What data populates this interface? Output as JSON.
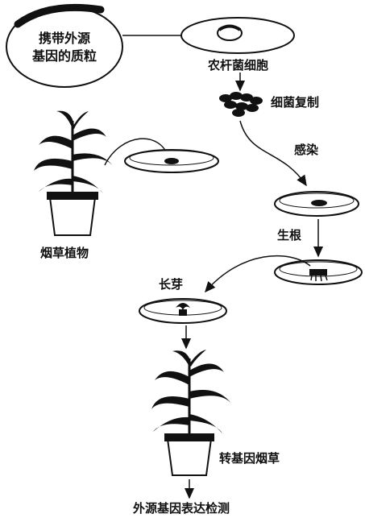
{
  "labels": {
    "plasmid_line1": "携带外源",
    "plasmid_line2": "基因的质粒",
    "agrobacterium": "农杆菌细胞",
    "bacteria_replication": "细菌复制",
    "infection": "感染",
    "tobacco_plant": "烟草植物",
    "rooting": "生根",
    "sprouting": "长芽",
    "transgenic_tobacco": "转基因烟草",
    "detection": "外源基因表达检测"
  },
  "colors": {
    "ink": "#111111",
    "background": "#ffffff"
  }
}
